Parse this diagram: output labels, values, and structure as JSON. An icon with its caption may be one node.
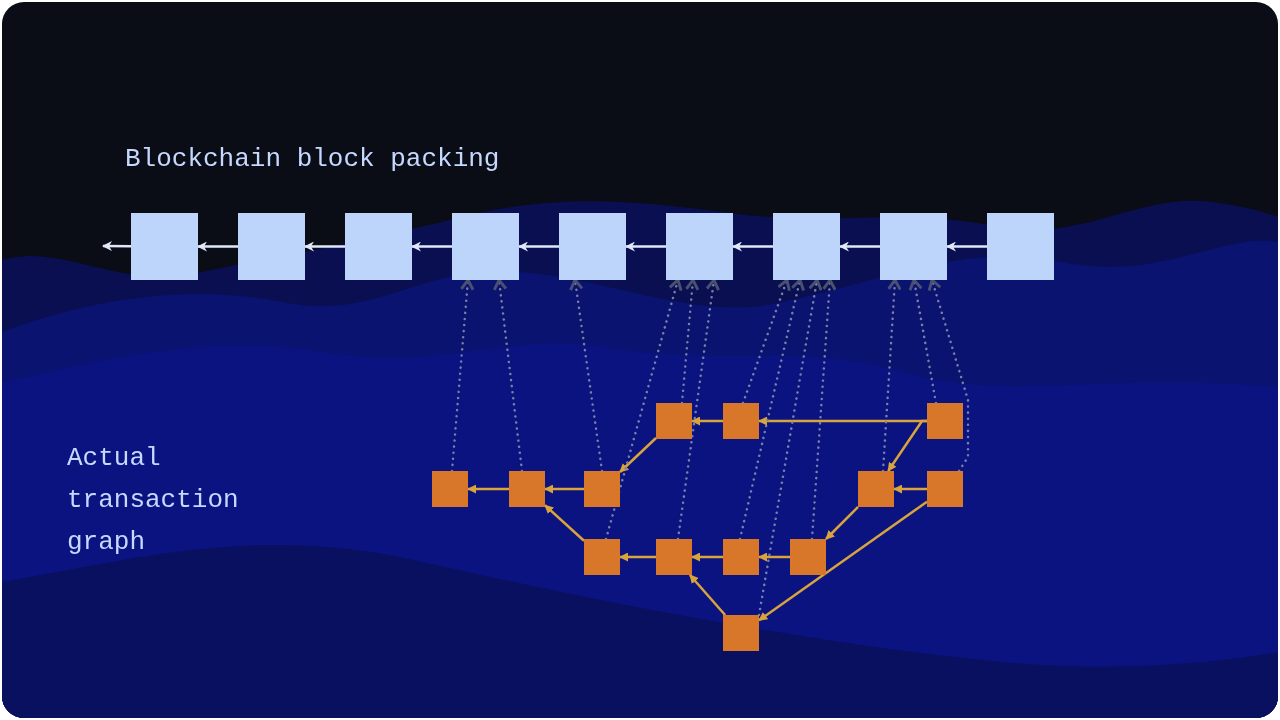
{
  "diagram": {
    "nodes": [
      {
        "text": [],
        "shape": "box"
      },
      {
        "text": [],
        "shape": "box"
      },
      {
        "text": [],
        "shape": "box"
      },
      {
        "text": [],
        "shape": "box"
      },
      {
        "text": [],
        "shape": "box"
      },
      {
        "text": [],
        "shape": "box"
      },
      {
        "text": [],
        "shape": "box"
      },
      {
        "text": [],
        "shape": "box"
      },
      {
        "text": [],
        "shape": "box"
      },
      {
        "text": [],
        "shape": "box"
      },
      {
        "text": [],
        "shape": "box"
      },
      {
        "text": [],
        "shape": "box"
      },
      {
        "text": [],
        "shape": "box"
      },
      {
        "text": [],
        "shape": "box"
      },
      {
        "text": [],
        "shape": "box"
      },
      {
        "text": [],
        "shape": "box"
      },
      {
        "text": [],
        "shape": "box"
      },
      {
        "text": [],
        "shape": "box"
      },
      {
        "text": [],
        "shape": "box"
      },
      {
        "text": [],
        "shape": "box"
      },
      {
        "text": [],
        "shape": "box"
      },
      {
        "text": [],
        "shape": "box"
      }
    ],
    "edges": [
      {
        "from": 0,
        "to": null,
        "arrow": "to",
        "color": "#e0e8f8"
      },
      {
        "from": 1,
        "to": 0,
        "arrow": "to",
        "color": "#e0e8f8"
      },
      {
        "from": 2,
        "to": 1,
        "arrow": "to",
        "color": "#e0e8f8"
      },
      {
        "from": 3,
        "to": 2,
        "arrow": "to",
        "color": "#e0e8f8"
      },
      {
        "from": 4,
        "to": 3,
        "arrow": "to",
        "color": "#e0e8f8"
      },
      {
        "from": 5,
        "to": 4,
        "arrow": "to",
        "color": "#e0e8f8"
      },
      {
        "from": 6,
        "to": 5,
        "arrow": "to",
        "color": "#e0e8f8"
      },
      {
        "from": 7,
        "to": 6,
        "arrow": "to",
        "color": "#e0e8f8"
      },
      {
        "from": 8,
        "to": 7,
        "arrow": "to",
        "color": "#e0e8f8"
      },
      {
        "from": 10,
        "to": 9,
        "arrow": "to"
      },
      {
        "from": 9,
        "to": 14,
        "arrow": "to"
      },
      {
        "from": 11,
        "to": 10,
        "arrow": "to"
      },
      {
        "from": 11,
        "to": 15,
        "arrow": "to"
      },
      {
        "from": 16,
        "to": 15,
        "arrow": "to"
      },
      {
        "from": 15,
        "to": 20,
        "arrow": "to"
      },
      {
        "from": 16,
        "to": 21,
        "arrow": "to"
      },
      {
        "from": 13,
        "to": 12,
        "arrow": "to"
      },
      {
        "from": 14,
        "to": 13,
        "arrow": "to"
      },
      {
        "from": 17,
        "to": 13,
        "arrow": "to"
      },
      {
        "from": 18,
        "to": 17,
        "arrow": "to"
      },
      {
        "from": 19,
        "to": 18,
        "arrow": "to"
      },
      {
        "from": 20,
        "to": 19,
        "arrow": "to"
      },
      {
        "from": 21,
        "to": 18,
        "arrow": "to"
      },
      {
        "from": 12,
        "to": 3,
        "arrow": "to",
        "style": "dashed",
        "color": "#7a7fa8"
      },
      {
        "from": 13,
        "to": 3,
        "arrow": "to",
        "style": "dashed",
        "color": "#7a7fa8"
      },
      {
        "from": 14,
        "to": 4,
        "arrow": "to",
        "style": "dashed",
        "color": "#7a7fa8"
      },
      {
        "from": 17,
        "to": 5,
        "arrow": "to",
        "style": "dashed",
        "color": "#7a7fa8"
      },
      {
        "from": 9,
        "to": 5,
        "arrow": "to",
        "style": "dashed",
        "color": "#7a7fa8"
      },
      {
        "from": 18,
        "to": 5,
        "arrow": "to",
        "style": "dashed",
        "color": "#7a7fa8"
      },
      {
        "from": 10,
        "to": 6,
        "arrow": "to",
        "style": "dashed",
        "color": "#7a7fa8"
      },
      {
        "from": 19,
        "to": 6,
        "arrow": "to",
        "style": "dashed",
        "color": "#7a7fa8"
      },
      {
        "from": 21,
        "to": 6,
        "arrow": "to",
        "style": "dashed",
        "color": "#7a7fa8"
      },
      {
        "from": 20,
        "to": 6,
        "arrow": "to",
        "style": "dashed",
        "color": "#7a7fa8"
      },
      {
        "from": 15,
        "to": 7,
        "arrow": "to",
        "style": "dashed",
        "color": "#7a7fa8"
      },
      {
        "from": 11,
        "to": 7,
        "arrow": "to",
        "style": "dashed",
        "color": "#7a7fa8"
      },
      {
        "from": 16,
        "to": 7,
        "arrow": "to",
        "style": "dashed",
        "color": "#7a7fa8"
      }
    ],
    "labels": [
      "Blockchain block packing",
      "Actual transaction graph"
    ]
  }
}
